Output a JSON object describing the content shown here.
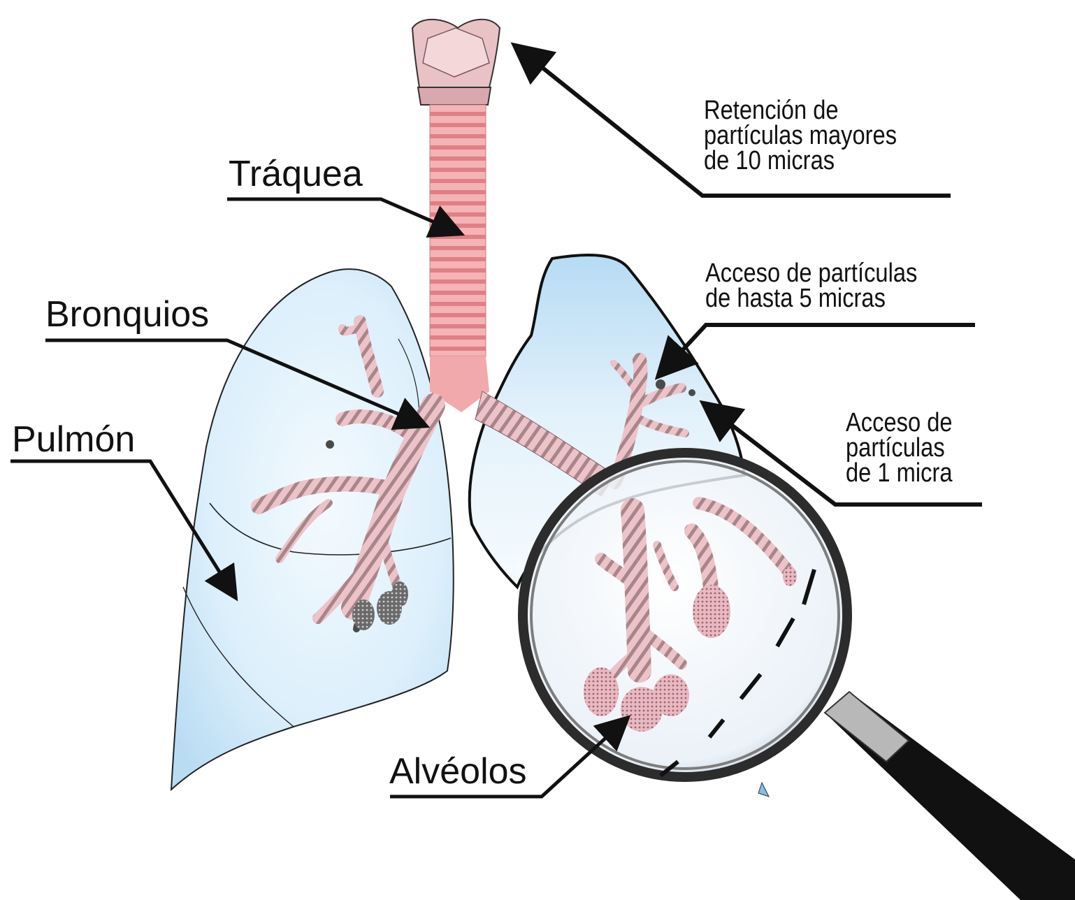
{
  "labels": {
    "traquea": "Tráquea",
    "bronquios": "Bronquios",
    "pulmon": "Pulmón",
    "alveolos": "Alvéolos",
    "retencion": [
      "Retención de",
      "partículas mayores",
      "de 10 micras"
    ],
    "acceso5": [
      "Acceso de partículas",
      "de hasta 5 micras"
    ],
    "acceso1": [
      "Acceso de",
      "partículas",
      "de 1 micra"
    ]
  },
  "colors": {
    "lung_fill": "#d6ecfa",
    "trachea_pink": "#f2a6a8",
    "bronchi_pink": "#e6b6bc",
    "bronchi_stripe": "#9c7c80",
    "alveoli": "#d9a6b0",
    "particle": "#4a4a4a",
    "lens_rim": "#2c2c2c",
    "handle": "#111111"
  },
  "icons": [
    "arrow-icon",
    "magnifying-glass-icon"
  ]
}
